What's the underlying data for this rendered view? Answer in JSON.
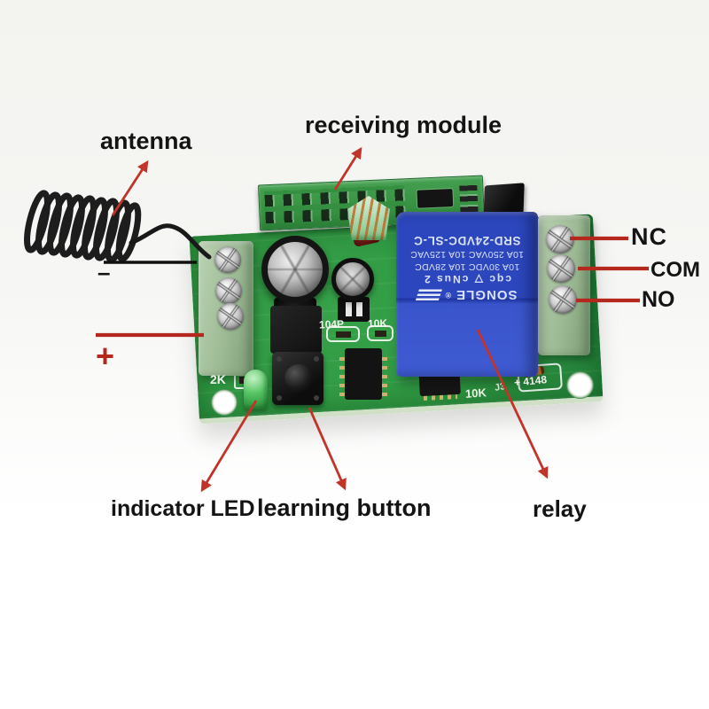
{
  "annotations": {
    "antenna": "antenna",
    "receiving_module": "receiving module",
    "nc": "NC",
    "com": "COM",
    "no": "NO",
    "indicator_led": "indicator LED",
    "learning_button": "learning button",
    "relay": "relay",
    "minus": "–",
    "plus": "+"
  },
  "relay_markings": {
    "brand": "SONGLE",
    "brand_mark": "®",
    "model": "SRD-24VDC-SL-C",
    "rating_ac": "10A 250VAC  10A 125VAC",
    "rating_dc": "10A 30VDC  10A 28VDC",
    "certs": "cqc ▽ cNus 2"
  },
  "pcb_silkscreen": {
    "r_2k": "2K",
    "c_104p": "104P",
    "r_10k_mid": "10K",
    "r_10k_bottom": "10K",
    "j3": "J3",
    "d_4148": "+ 4148"
  },
  "colors": {
    "pcb_green": "#2d9440",
    "module_green": "#44a050",
    "relay_blue": "#2c46bd",
    "terminal_green": "#9cba94",
    "arrow_red": "#c2342a",
    "label_black": "#141414"
  }
}
